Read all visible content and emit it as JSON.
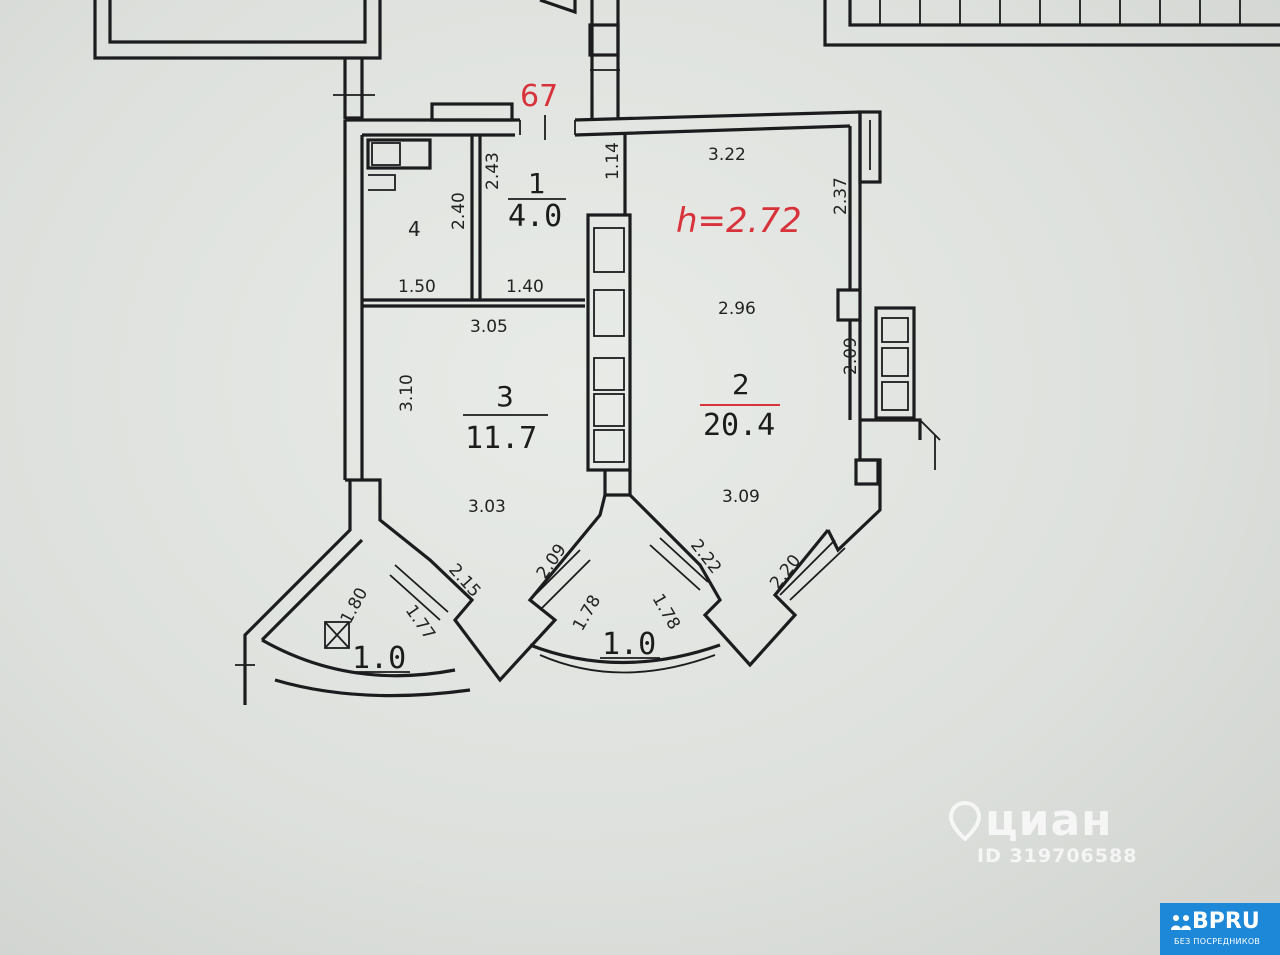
{
  "plan": {
    "height_label": "h=2.72",
    "corridor_label": "67",
    "rooms": [
      {
        "id": "1",
        "number": "1",
        "area": "4.0"
      },
      {
        "id": "2",
        "number": "2",
        "area": "20.4"
      },
      {
        "id": "3",
        "number": "3",
        "area": "11.7"
      },
      {
        "id": "4",
        "number": "4"
      },
      {
        "id": "balcony-left",
        "area": "1.0"
      },
      {
        "id": "balcony-right",
        "area": "1.0"
      }
    ],
    "dimensions": {
      "d_322": "3.22",
      "d_237": "2.37",
      "d_296": "2.96",
      "d_209_right": "2.09",
      "d_309": "3.09",
      "d_114": "1.14",
      "d_243": "2.43",
      "d_240": "2.40",
      "d_150": "1.50",
      "d_140": "1.40",
      "d_305": "3.05",
      "d_310": "3.10",
      "d_303": "3.03",
      "d_215": "2.15",
      "d_209_mid": "2.09",
      "d_222": "2.22",
      "d_220": "2.20",
      "d_180": "1.80",
      "d_177": "1.77",
      "d_178_a": "1.78",
      "d_178_b": "1.78"
    }
  },
  "watermark": {
    "brand": "циан",
    "listing_id": "ID 319706588",
    "icon": "location-pin-icon"
  },
  "badge": {
    "name": "BPRU",
    "subtitle": "БЕЗ ПОСРЕДНИКОВ",
    "icon": "people-icon",
    "color": "#1e88d8"
  },
  "colors": {
    "ink": "#1c1c1e",
    "annotation_red": "#d8333a",
    "paper": "#dcdfdc"
  }
}
